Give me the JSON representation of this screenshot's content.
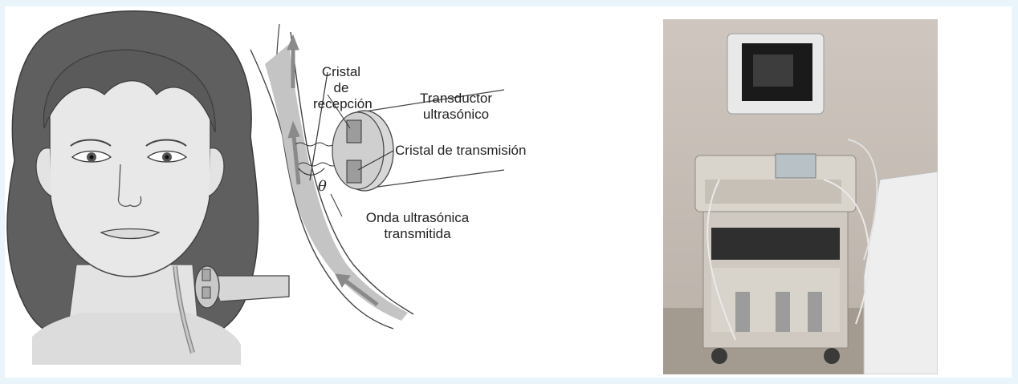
{
  "labels": {
    "receiving_crystal": "Cristal de\nrecepción",
    "transducer": "Transductor\nultrasónico",
    "transmitting_crystal": "Cristal de transmisión",
    "theta": "θ",
    "transmitted_wave": "Onda ultrasónica\ntransmitida"
  },
  "colors": {
    "background": "#e9f4fb",
    "hair": "#5f5f5f",
    "skin": "#e6e6e6",
    "vessel": "#bdbdbd",
    "probe": "#cfcfcf"
  },
  "icons": {
    "face": "face-illustration-icon",
    "photo": "ultrasound-machine-photo-icon"
  }
}
